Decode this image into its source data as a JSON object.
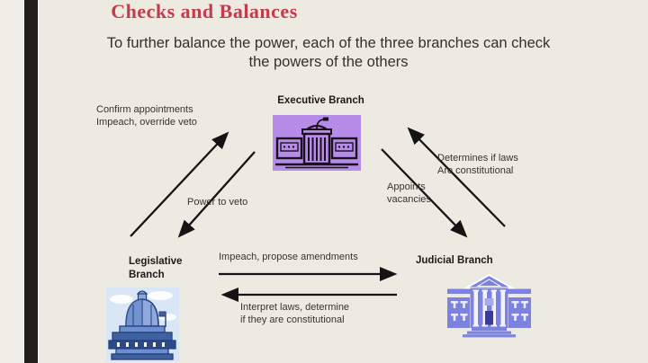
{
  "slide": {
    "title": "Checks and Balances",
    "subtitle_line1": "To further balance the power, each of the three branches can check",
    "subtitle_line2": "the powers of the others"
  },
  "nodes": {
    "executive": {
      "label": "Executive Branch"
    },
    "legislative": {
      "label_line1": "Legislative",
      "label_line2": "Branch"
    },
    "judicial": {
      "label": "Judicial Branch"
    }
  },
  "edges": {
    "legislative_checks_executive": {
      "line1": "Confirm appointments",
      "line2": "Impeach, override veto"
    },
    "executive_checks_legislative": {
      "label": "Power to veto"
    },
    "judicial_checks_executive": {
      "line1": "Determines if laws",
      "line2": "Are constitutional"
    },
    "executive_checks_judicial": {
      "line1": "Appoints",
      "line2": "vacancies"
    },
    "legislative_checks_judicial": {
      "label": "Impeach, propose amendments"
    },
    "judicial_checks_legislative": {
      "line1": "Interpret laws, determine",
      "line2": "if they are constitutional"
    }
  },
  "colors": {
    "background": "#edeae2",
    "sidebar_dark": "#21201a",
    "title_red": "#c33c4b",
    "body_text": "#32312e",
    "arrow": "#141414",
    "executive_image_fill": "#b78ce9",
    "judicial_building_fill": "#7b82e0",
    "legislative_sky": "#d9e6f5",
    "legislative_navy": "#24407e"
  }
}
